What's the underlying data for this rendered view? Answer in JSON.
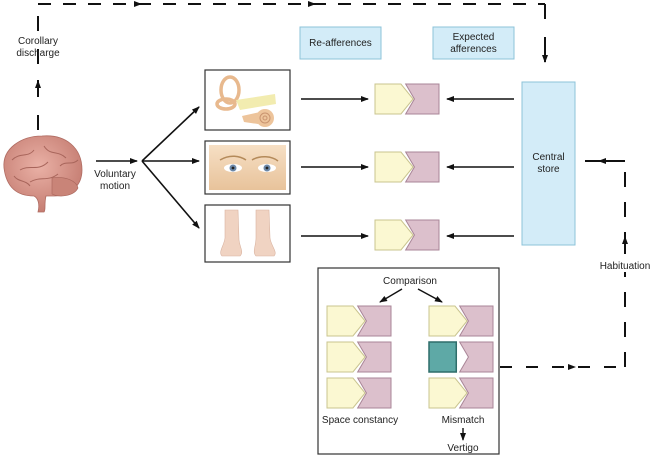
{
  "labels": {
    "corollary_discharge_line1": "Corollary",
    "corollary_discharge_line2": "discharge",
    "voluntary_motion_line1": "Voluntary",
    "voluntary_motion_line2": "motion",
    "re_afferences": "Re-afferences",
    "expected_afferences_line1": "Expected",
    "expected_afferences_line2": "afferences",
    "central_store_line1": "Central",
    "central_store_line2": "store",
    "habituation": "Habituation",
    "comparison": "Comparison",
    "space_constancy": "Space constancy",
    "mismatch": "Mismatch",
    "vertigo": "Vertigo"
  },
  "sensory_inputs": [
    {
      "name": "inner-ear",
      "icon": "inner-ear-icon"
    },
    {
      "name": "eyes",
      "icon": "eyes-icon"
    },
    {
      "name": "feet",
      "icon": "feet-icon"
    }
  ],
  "colors": {
    "afference": "#fbf8d2",
    "expected": "#dcc0cc",
    "central_store": "#d3ecf8",
    "mismatch": "#5ea9a6",
    "brain": "#d9958a"
  }
}
